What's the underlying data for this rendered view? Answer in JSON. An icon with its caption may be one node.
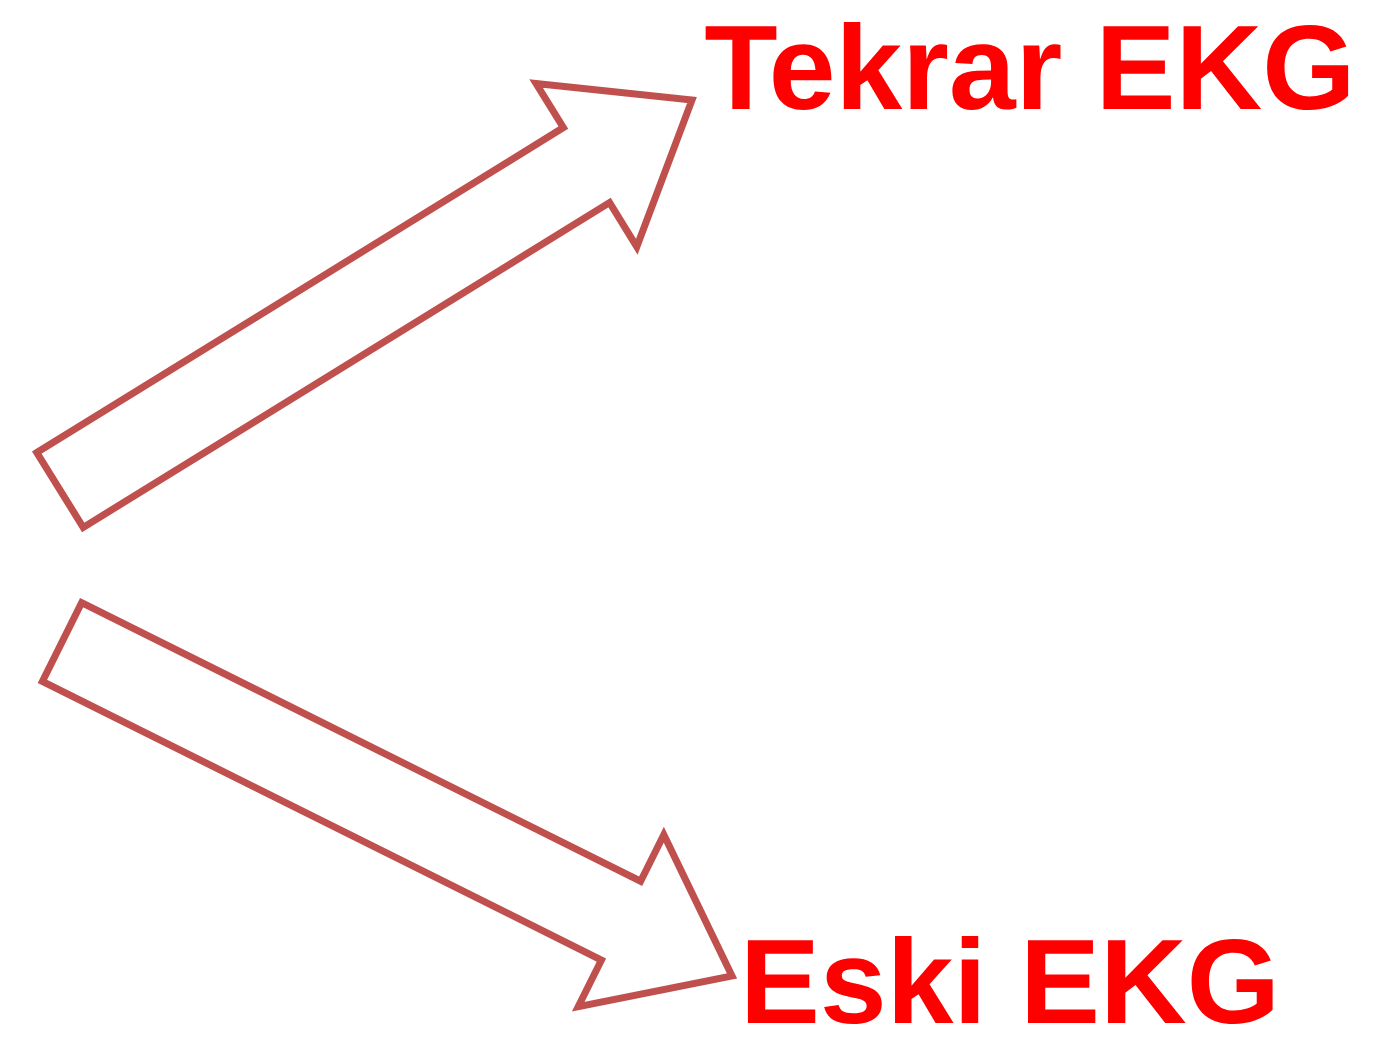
{
  "diagram": {
    "nodes": [
      {
        "text": [
          "Tekrar EKG"
        ]
      },
      {
        "text": [
          "Eski EKG"
        ]
      }
    ],
    "edges": [
      {
        "from": null,
        "to": 0,
        "arrow": "to"
      },
      {
        "from": null,
        "to": 1,
        "arrow": "to"
      }
    ]
  }
}
